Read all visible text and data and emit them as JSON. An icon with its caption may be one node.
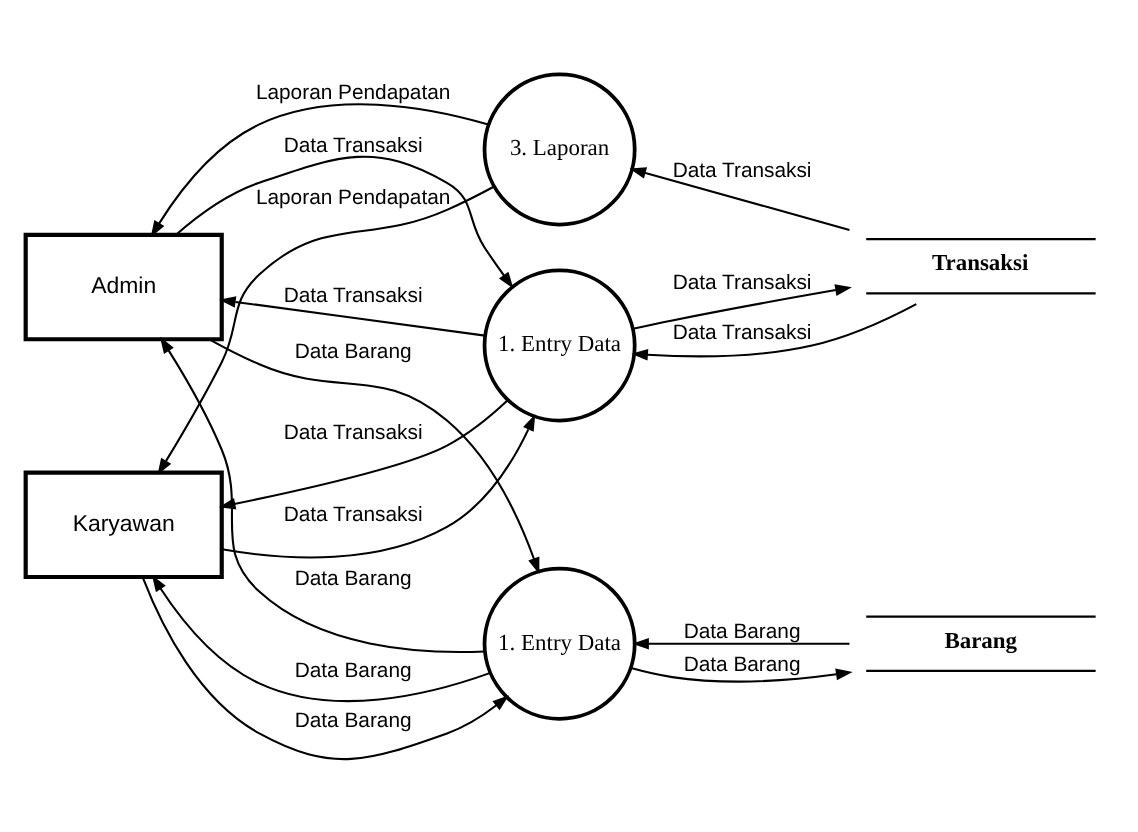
{
  "diagram": {
    "nodes": [
      {
        "text": [
          "Admin"
        ]
      },
      {
        "text": [
          "1. Entry Data"
        ]
      },
      {
        "text": [
          "Barang"
        ]
      },
      {
        "text": [
          "1. Entry Data"
        ]
      },
      {
        "text": [
          "Transaksi"
        ]
      },
      {
        "text": [
          "Karyawan"
        ]
      },
      {
        "text": [
          "3. Laporan"
        ]
      }
    ],
    "edges": [
      {
        "from": 1,
        "to": 0,
        "arrow": "to",
        "label": "Data Barang"
      },
      {
        "from": 0,
        "to": 1,
        "arrow": "to",
        "label": "Data Barang"
      },
      {
        "from": 2,
        "to": 1,
        "arrow": "to",
        "label": "Data Barang"
      },
      {
        "from": 1,
        "to": 2,
        "arrow": "to",
        "label": "Data Barang"
      },
      {
        "from": 6,
        "to": 0,
        "arrow": "to",
        "label": "Laporan Pendapatan"
      },
      {
        "from": 1,
        "to": 5,
        "arrow": "to",
        "label": "Data Barang"
      },
      {
        "from": 5,
        "to": 1,
        "arrow": "to",
        "label": "Data Barang"
      },
      {
        "from": 0,
        "to": 3,
        "arrow": "to",
        "label": "Data Transaksi"
      },
      {
        "from": 3,
        "to": 0,
        "arrow": "to",
        "label": "Data Transaksi"
      },
      {
        "from": 3,
        "to": 5,
        "arrow": "to",
        "label": "Data Transaksi"
      },
      {
        "from": 5,
        "to": 3,
        "arrow": "to",
        "label": "Data Transaksi"
      },
      {
        "from": 4,
        "to": 3,
        "arrow": "to",
        "label": "Data Transaksi"
      },
      {
        "from": 3,
        "to": 4,
        "arrow": "to",
        "label": "Data Transaksi"
      },
      {
        "from": 4,
        "to": 6,
        "arrow": "to",
        "label": "Data Transaksi"
      },
      {
        "from": 6,
        "to": 5,
        "arrow": "to",
        "label": "Laporan Pendapatan"
      }
    ]
  }
}
